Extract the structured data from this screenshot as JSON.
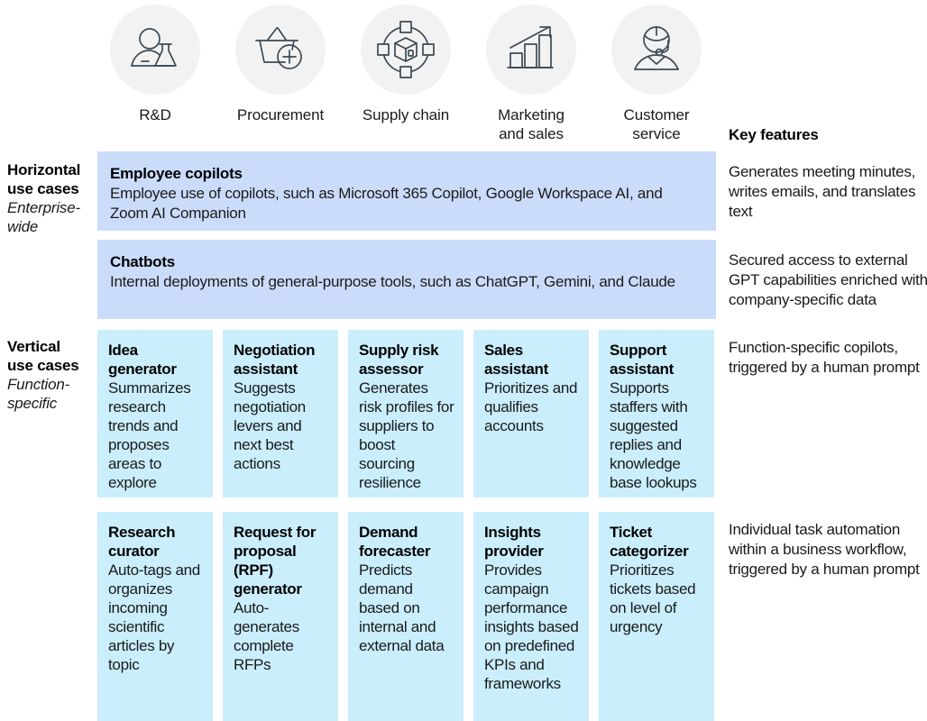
{
  "columns": [
    {
      "id": "rnd",
      "label": "R&D",
      "icon": "research-scientist-icon"
    },
    {
      "id": "procurement",
      "label": "Procurement",
      "icon": "shopping-basket-plus-icon"
    },
    {
      "id": "supply-chain",
      "label": "Supply chain",
      "icon": "box-network-icon"
    },
    {
      "id": "marketing-sales",
      "label": "Marketing\nand sales",
      "icon": "bar-chart-growth-icon"
    },
    {
      "id": "customer-service",
      "label": "Customer\nservice",
      "icon": "headset-agent-icon"
    }
  ],
  "row_labels": {
    "horizontal": {
      "title": "Horizontal\nuse cases",
      "subtitle": "Enterprise-\nwide"
    },
    "vertical": {
      "title": "Vertical\nuse cases",
      "subtitle": "Function-\nspecific"
    }
  },
  "key_features": {
    "heading": "Key features",
    "employee_copilots": "Generates meeting minutes, writes emails, and translates text",
    "chatbots": "Secured access to external GPT capabilities enriched with company-specific data",
    "vertical_row_1": "Function-specific copilots, triggered by a human prompt",
    "vertical_row_2": "Individual task automation within a business workflow, triggered by a human prompt"
  },
  "horizontal_bands": [
    {
      "id": "employee-copilots",
      "title": "Employee copilots",
      "body": "Employee use of copilots, such as Microsoft 365 Copilot, Google Workspace AI, and Zoom AI Companion"
    },
    {
      "id": "chatbots",
      "title": "Chatbots",
      "body": "Internal deployments of general-purpose tools, such as ChatGPT, Gemini, and Claude"
    }
  ],
  "vertical_rows": [
    {
      "id": "row-copilots",
      "cards": [
        {
          "id": "idea-generator",
          "title": "Idea generator",
          "body": "Summarizes research trends and proposes areas to explore"
        },
        {
          "id": "negotiation-assistant",
          "title": "Negotiation assistant",
          "body": "Suggests negotiation levers and next best actions"
        },
        {
          "id": "supply-risk-assessor",
          "title": "Supply risk assessor",
          "body": "Generates risk profiles for suppliers to boost sourcing resilience"
        },
        {
          "id": "sales-assistant",
          "title": "Sales assistant",
          "body": "Prioritizes and qualifies accounts"
        },
        {
          "id": "support-assistant",
          "title": "Support assistant",
          "body": "Supports staffers with suggested replies and knowledge base lookups"
        }
      ]
    },
    {
      "id": "row-agents",
      "cards": [
        {
          "id": "research-curator",
          "title": "Research curator",
          "body": "Auto-tags and organizes incoming scientific articles by topic"
        },
        {
          "id": "rfp-generator",
          "title": "Request for proposal (RPF) generator",
          "body": "Auto-generates complete RFPs"
        },
        {
          "id": "demand-forecaster",
          "title": "Demand forecaster",
          "body": "Predicts demand based on internal and external data"
        },
        {
          "id": "insights-provider",
          "title": "Insights provider",
          "body": "Provides campaign performance insights based on predefined KPIs and frameworks"
        },
        {
          "id": "ticket-categorizer",
          "title": "Ticket categorizer",
          "body": "Prioritizes tickets based on level of urgency"
        }
      ]
    }
  ],
  "colors": {
    "horizontal_band": "#cbdcfb",
    "vertical_card": "#caeefc",
    "icon_circle": "#f2f2f2",
    "icon_stroke": "#3c4956",
    "text": "#1a1a1a"
  }
}
